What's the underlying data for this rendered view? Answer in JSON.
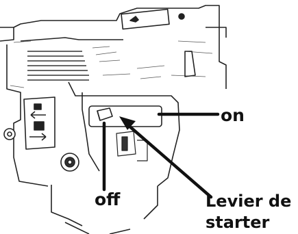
{
  "labels": {
    "on": "on",
    "off": "off",
    "choke_lever_line1": "Levier de",
    "choke_lever_line2": "starter"
  },
  "colors": {
    "ink": "#111111",
    "paper": "#ffffff",
    "shade": "#555555"
  }
}
